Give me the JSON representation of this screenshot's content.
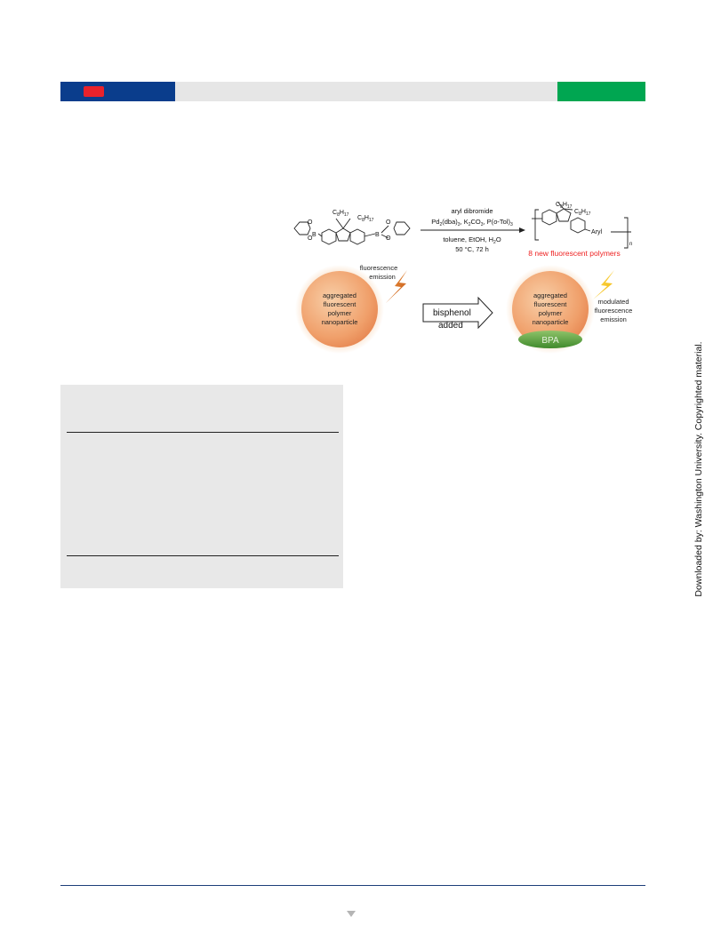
{
  "header": {
    "colors": {
      "blue": "#0a3d8c",
      "red": "#e8222b",
      "gray": "#e6e6e6",
      "green": "#00a651"
    }
  },
  "scheme": {
    "substituent_main": "C",
    "substituent_sub1": "8",
    "substituent_H": "H",
    "substituent_sub2": "17",
    "boron_label": "B",
    "oxygen_label": "O",
    "reagent_line1": "aryl dibromide",
    "reagent_line2_parts": [
      "Pd",
      "2",
      "(dba)",
      "3",
      ", K",
      "2",
      "CO",
      "3",
      ", P(",
      "o",
      "-Tol)",
      "3"
    ],
    "conditions_line1_parts": [
      "toluene, EtOH, H",
      "2",
      "O"
    ],
    "conditions_line2": "50 °C, 72 h",
    "aryl_label": "Aryl",
    "repeat_label": "n",
    "highlight": "8 new fluorescent polymers",
    "emission_label": [
      "fluorescence",
      "emission"
    ],
    "nanoparticle_label": [
      "aggregated",
      "fluorescent",
      "polymer",
      "nanoparticle"
    ],
    "arrow_label": [
      "bisphenol",
      "added"
    ],
    "modulated_label": [
      "modulated",
      "fluorescence",
      "emission"
    ],
    "bpa_label": "BPA",
    "highlight_color": "#ee2222"
  },
  "side_note": "Downloaded by: Washington University. Copyrighted material."
}
